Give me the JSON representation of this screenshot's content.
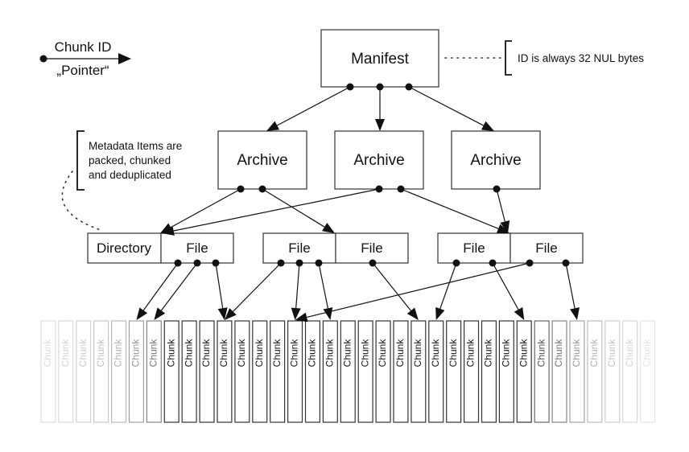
{
  "legend": {
    "chunk_id": "Chunk ID",
    "pointer": "„Pointer“"
  },
  "manifest": {
    "label": "Manifest"
  },
  "manifest_note": "ID is always 32 NUL bytes",
  "metadata_note": [
    "Metadata Items are",
    "packed, chunked",
    "and deduplicated"
  ],
  "archives": [
    {
      "label": "Archive"
    },
    {
      "label": "Archive"
    },
    {
      "label": "Archive"
    }
  ],
  "items": [
    {
      "label": "Directory"
    },
    {
      "label": "File"
    },
    {
      "label": "File"
    },
    {
      "label": "File"
    },
    {
      "label": "File"
    },
    {
      "label": "File"
    }
  ],
  "chunk_label": "Chunk",
  "chunk_count": 35,
  "chunk_opacity": [
    0.15,
    0.18,
    0.22,
    0.27,
    0.33,
    0.45,
    0.6,
    1,
    1,
    1,
    1,
    1,
    1,
    1,
    1,
    1,
    1,
    1,
    1,
    1,
    1,
    1,
    1,
    1,
    1,
    1,
    1,
    1,
    0.75,
    0.6,
    0.45,
    0.33,
    0.25,
    0.18,
    0.12
  ]
}
